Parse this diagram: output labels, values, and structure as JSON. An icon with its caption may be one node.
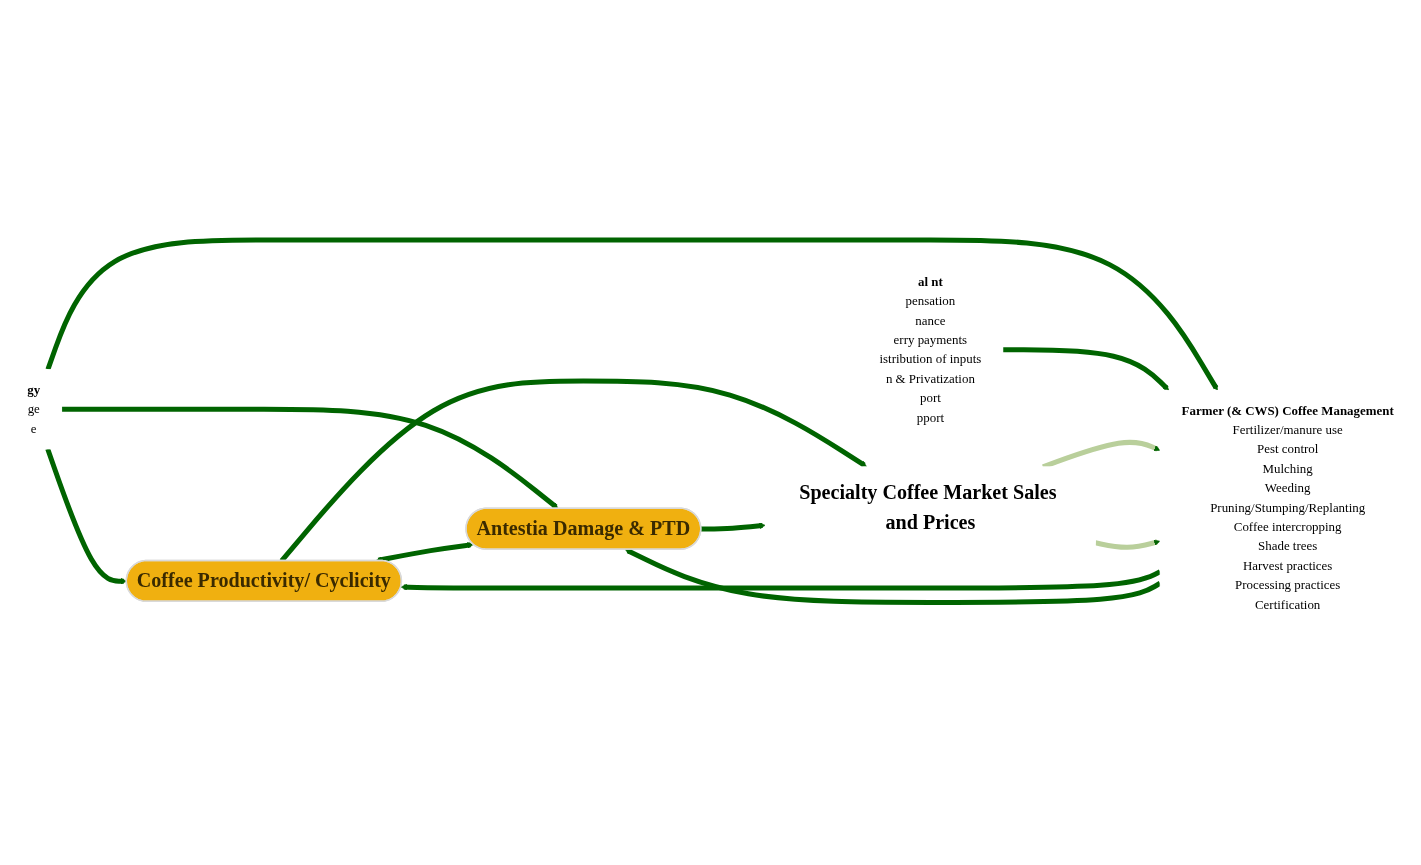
{
  "diagram": {
    "nodes": [
      {
        "text": [
          "gy",
          "ge",
          "e"
        ]
      },
      {
        "text": [
          "al nt",
          "pensation",
          "nance",
          "erry payments",
          "istribution of inputs",
          "n & Privatization",
          "port",
          "pport"
        ]
      },
      {
        "text": [
          "Farmer (& CWS) Coffee Management",
          "Fertilizer/manure use",
          "Pest control",
          "Mulching",
          "Weeding",
          "Pruning/Stumping/Replanting",
          "Coffee intercropping",
          "Shade trees",
          "Harvest practices",
          "Processing practices",
          "Certification"
        ]
      },
      {
        "text": [
          "Coffee Productivity/ Cyclicity"
        ]
      },
      {
        "text": [
          "Antestia Damage & PTD"
        ]
      },
      {
        "text": [
          "Specialty Coffee Market Sales and Prices"
        ]
      }
    ],
    "edges": [
      {
        "from": 0,
        "to": 3,
        "arrow": "to"
      },
      {
        "from": 0,
        "to": 2,
        "arrow": "to"
      },
      {
        "from": 0,
        "to": 4,
        "arrow": "to"
      },
      {
        "from": 1,
        "to": 2,
        "arrow": "to"
      },
      {
        "from": 2,
        "to": 3,
        "arrow": "to"
      },
      {
        "from": 2,
        "to": 4,
        "arrow": "to"
      },
      {
        "from": 3,
        "to": 4,
        "arrow": "both"
      },
      {
        "from": 3,
        "to": 5,
        "arrow": "to"
      },
      {
        "from": 4,
        "to": 5,
        "arrow": "to"
      },
      {
        "from": 5,
        "to": 2,
        "arrow": "to",
        "color": "#b9cf9b"
      },
      {
        "from": 5,
        "to": 2,
        "arrow": "to",
        "color": "#b9cf9b"
      }
    ]
  }
}
